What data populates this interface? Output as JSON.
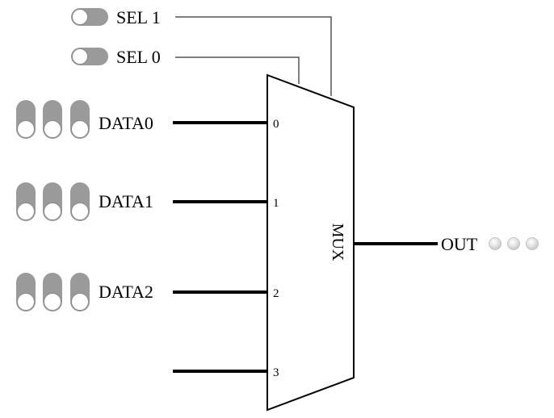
{
  "select": [
    {
      "label": "SEL 1"
    },
    {
      "label": "SEL 0"
    }
  ],
  "data_inputs": [
    {
      "label": "DATA0"
    },
    {
      "label": "DATA1"
    },
    {
      "label": "DATA2"
    }
  ],
  "mux": {
    "label": "MUX",
    "port_labels": [
      "0",
      "1",
      "2",
      "3"
    ]
  },
  "output": {
    "label": "OUT"
  }
}
